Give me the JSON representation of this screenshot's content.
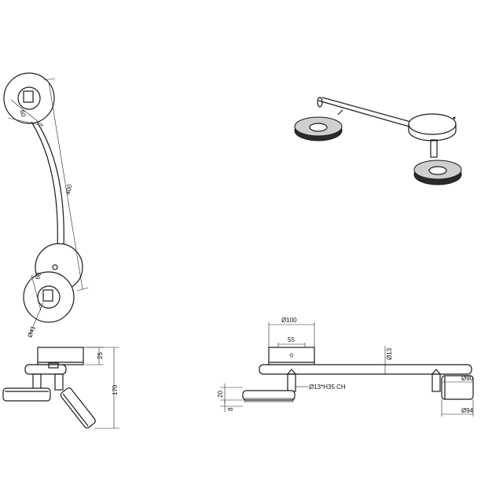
{
  "dimensions": {
    "side_ring_diameter": "60",
    "arm_length": "400",
    "lower_ring_diameter": "60",
    "hole_diameter": "Ø41",
    "canopy_height": "25",
    "total_height": "170",
    "canopy_diameter": "Ø100",
    "screw_spacing": "55",
    "tube_diameter": "Ø13",
    "joint_spec": "Ø13*H35 CH",
    "head_inner_diameter": "Ø90",
    "head_outer_diameter": "Ø94",
    "head_height": "20",
    "head_disc_height": "8"
  }
}
